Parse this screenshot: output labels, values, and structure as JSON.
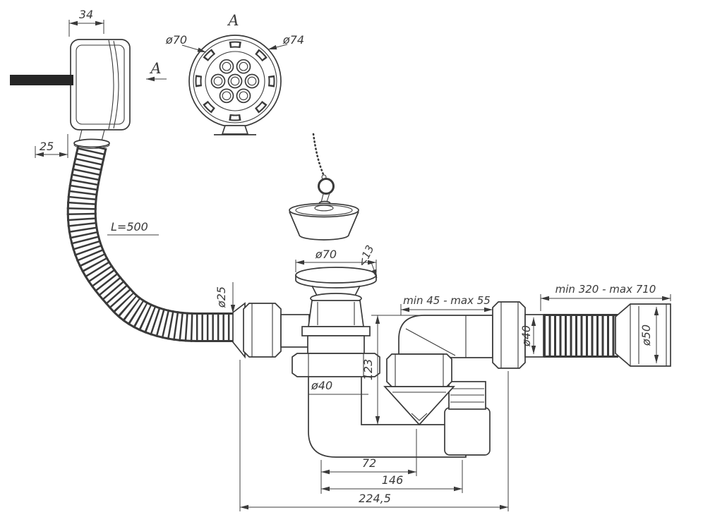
{
  "drawing": {
    "labels": {
      "overflow_depth": "34",
      "overflow_offset": "25",
      "section_view": "A",
      "view_direction": "A",
      "grate_dia_inner": "ø70",
      "grate_dia_outer": "ø74",
      "hose_length": "L=500",
      "hose_dia": "ø25",
      "drain_flange_dia": "ø70",
      "drain_flange_height": "<13",
      "tailpipe_dia": "ø40",
      "trap_height": "123",
      "horizontal_adjust": "min 45 - max 55",
      "outlet_length_range": "min 320 - max 710",
      "outlet_dia": "ø40",
      "outlet_end_dia": "ø50",
      "dim_trap_width": "72",
      "dim_outlet_offset": "146",
      "dim_overall_width": "224,5"
    },
    "colors": {
      "line": "#3a3a3a",
      "background": "#ffffff",
      "pipe_fill": "#262626"
    }
  }
}
